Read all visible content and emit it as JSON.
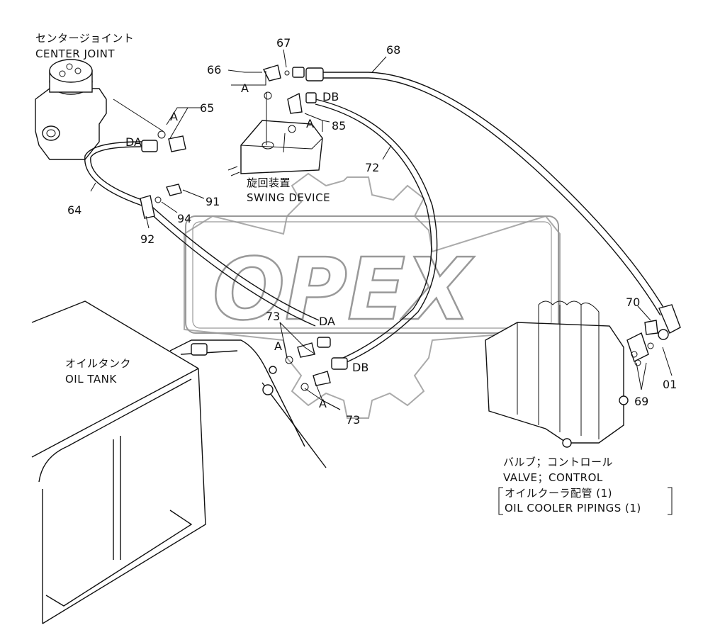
{
  "components": {
    "center_joint_jp": "センタージョイント",
    "center_joint": "CENTER JOINT",
    "swing_device_jp": "旋回装置",
    "swing_device": "SWING DEVICE",
    "oil_tank_jp": "オイルタンク",
    "oil_tank": "OIL TANK",
    "valve_jp": "バルブ；コントロール",
    "valve": "VALVE；CONTROL",
    "pipings_jp": "オイルクーラ配管 (1)",
    "pipings": "OIL COOLER PIPINGS (1)"
  },
  "callouts": {
    "p67": "67",
    "p68": "68",
    "p66": "66",
    "p65": "65",
    "p85": "85",
    "p72": "72",
    "p64": "64",
    "p91": "91",
    "p94": "94",
    "p92": "92",
    "p73a": "73",
    "p73b": "73",
    "p70": "70",
    "p01": "01",
    "p69": "69"
  },
  "markers": {
    "a1": "A",
    "a2": "A",
    "a3": "A",
    "a4": "A",
    "a5": "A",
    "da1": "DA",
    "da2": "DA",
    "db1": "DB",
    "db2": "DB"
  },
  "watermark": {
    "text": "OPEX",
    "color": "#999999"
  }
}
